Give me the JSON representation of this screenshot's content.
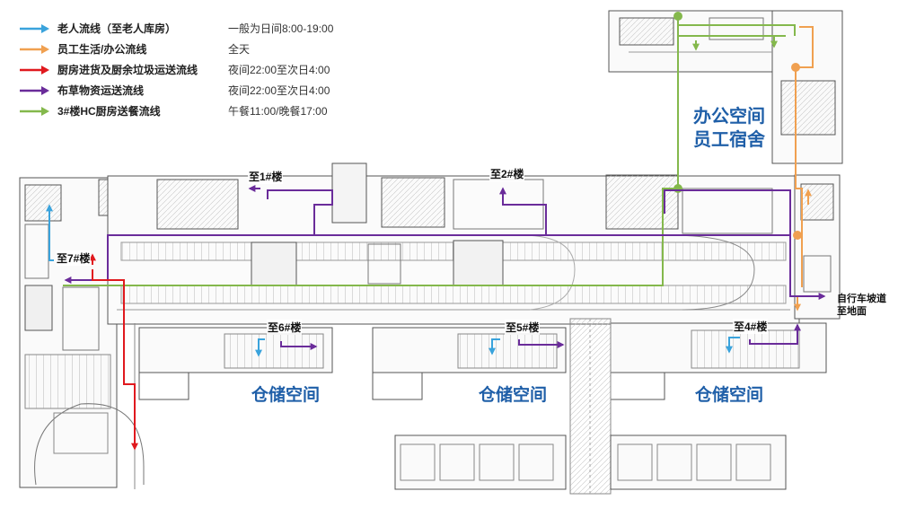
{
  "legend": [
    {
      "name": "老人流线（至老人库房）",
      "time": "一般为日间8:00-19:00",
      "color": "#3aa3dc"
    },
    {
      "name": "员工生活/办公流线",
      "time": "全天",
      "color": "#f0a050"
    },
    {
      "name": "厨房进货及厨余垃圾运送流线",
      "time": "夜间22:00至次日4:00",
      "color": "#e0191e"
    },
    {
      "name": "布草物资运送流线",
      "time": "夜间22:00至次日4:00",
      "color": "#6a2c9a"
    },
    {
      "name": "3#楼HC厨房送餐流线",
      "time": "午餐11:00/晚餐17:00",
      "color": "#84b84c"
    }
  ],
  "floors": {
    "b1": "至1#楼",
    "b2": "至2#楼",
    "b7": "至7#楼",
    "b6": "至6#楼",
    "b5": "至5#楼",
    "b4": "至4#楼"
  },
  "zones": {
    "office_1": "办公空间",
    "office_2": "员工宿舍",
    "storage_1": "仓储空间",
    "storage_2": "仓储空间",
    "storage_3": "仓储空间"
  },
  "ramp": {
    "line1": "自行车坡道",
    "line2": "至地面"
  }
}
